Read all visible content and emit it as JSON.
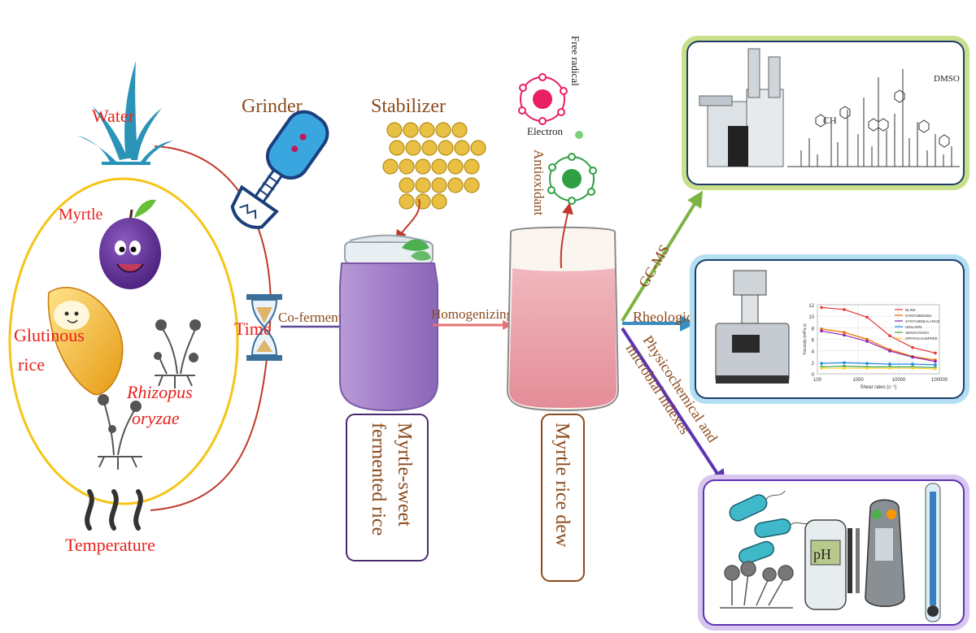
{
  "ingredients": {
    "water": "Water",
    "myrtle": "Myrtle",
    "glutinous_line1": "Glutinous",
    "glutinous_line2": "rice",
    "rhizopus_line1": "Rhizopus",
    "rhizopus_line2": "oryzae",
    "temperature": "Temperature",
    "time": "Time"
  },
  "process": {
    "grinder": "Grinder",
    "stabilizer": "Stabilizer",
    "cofermentation": "Co-fermentation",
    "homogenizing": "Homogenizing",
    "product1_line1": "Myrtle-sweet",
    "product1_line2": "fermented rice",
    "product2": "Myrtle rice dew"
  },
  "antioxidant": {
    "free_radical": "Free radical",
    "electron": "Electron",
    "antioxidant": "Antioxidant"
  },
  "analysis": {
    "gcms": "GC-MS",
    "rheological": "Rheological",
    "physico_line1": "Physicochemical and",
    "physico_line2": "microbial indexes",
    "dmso": "DMSO",
    "ch": "CH",
    "ph": "pH"
  },
  "rheo_legend": [
    "BLINK",
    "SYNTAMEDelta",
    "SYNTAMEBALANCE",
    "UNILARM",
    "SENSIVISION",
    "OPHTACALMFREE"
  ],
  "rheo_xticks": [
    "100",
    "1000",
    "10000",
    "100000"
  ],
  "rheo_yticks": [
    "12",
    "10",
    "8",
    "6",
    "4",
    "2",
    "0"
  ],
  "rheo_xlabel": "Shear rates (s⁻¹)",
  "rheo_ylabel": "Viscosity (mPa.s)",
  "colors": {
    "red_label": "#e8231e",
    "brown_label": "#8b4a1c",
    "loop_yellow": "#f5c518",
    "loop_red": "#c0392b",
    "arrow_green": "#7cb342",
    "arrow_blue": "#3b8ec4",
    "arrow_purple": "#5e35b1",
    "jar_purple": "#a887c9",
    "jar_pink": "#e8a0aa"
  }
}
